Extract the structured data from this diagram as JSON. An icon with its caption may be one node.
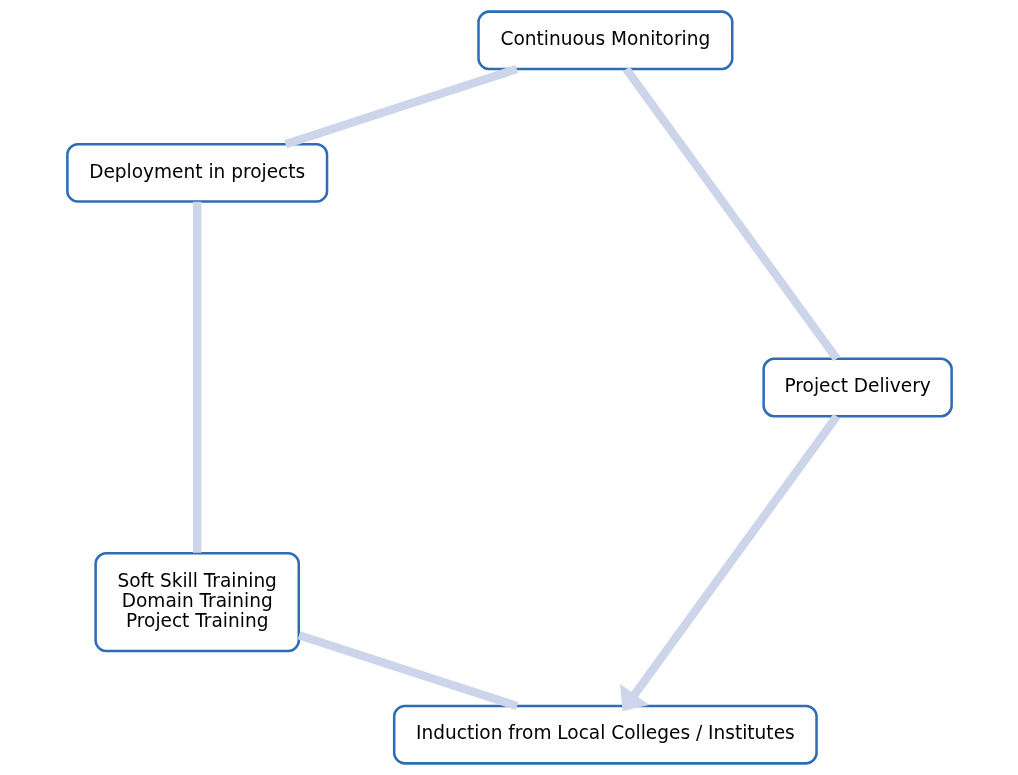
{
  "diagram": {
    "nodes": [
      {
        "text": [
          "Induction from Local Colleges / Institutes"
        ]
      },
      {
        "text": [
          "Soft Skill Training",
          "Domain Training",
          "Project Training"
        ]
      },
      {
        "text": [
          "Deployment in projects"
        ]
      },
      {
        "text": [
          "Continuous Monitoring"
        ]
      },
      {
        "text": [
          "Project Delivery"
        ]
      }
    ],
    "edges": [
      {
        "from": 0,
        "to": 1,
        "arrow": "none"
      },
      {
        "from": 1,
        "to": 2,
        "arrow": "none"
      },
      {
        "from": 2,
        "to": 3,
        "arrow": "none"
      },
      {
        "from": 3,
        "to": 4,
        "arrow": "none"
      },
      {
        "from": 4,
        "to": 0,
        "arrow": "to"
      }
    ]
  }
}
